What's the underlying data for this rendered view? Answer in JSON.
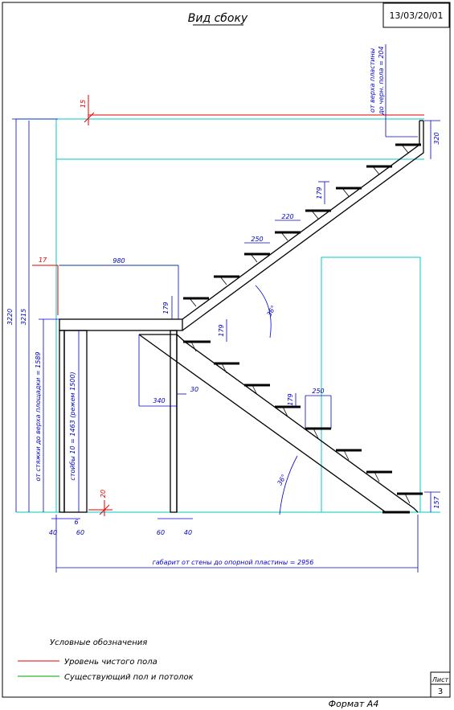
{
  "title": "Вид сбоку",
  "sheet_code": "13/03/20/01",
  "sheet_label": "Лист",
  "sheet_number": "3",
  "format_label": "Формат А4",
  "dimensions": {
    "d15": "15",
    "d17": "17",
    "d20": "20",
    "d3220": "3220",
    "d3215": "3215",
    "d320": "320",
    "d157": "157",
    "d980": "980",
    "d250_top": "250",
    "d220": "220",
    "d179_top": "179",
    "d179_left": "179",
    "d179_mid": "179",
    "d179_low": "179",
    "d250_low": "250",
    "d340": "340",
    "d30": "30",
    "d40_left": "40",
    "d6": "6",
    "d60_left": "60",
    "d60_mid": "60",
    "d40_mid": "40",
    "angle_upper": "36°",
    "angle_lower": "36°",
    "plate_top_line1": "от верха пластины",
    "plate_top_line2": "до черн. пола = 204",
    "screed_to_landing": "от стяжки до верха площадки = 1589",
    "posts": "стойбы 10 = 1463 (режем 1500)",
    "overall": "габарит от стены до опорной пластины = 2956"
  },
  "legend": {
    "title": "Условные обозначения",
    "items": [
      {
        "label": "Уровень чистого пола",
        "color": "#e00000"
      },
      {
        "label": "Существующий пол и потолок",
        "color": "#00a000"
      }
    ]
  },
  "colors": {
    "dimension": "#0000cc",
    "level": "#e00000",
    "existing": "#00c8c8",
    "structure": "#000000"
  }
}
